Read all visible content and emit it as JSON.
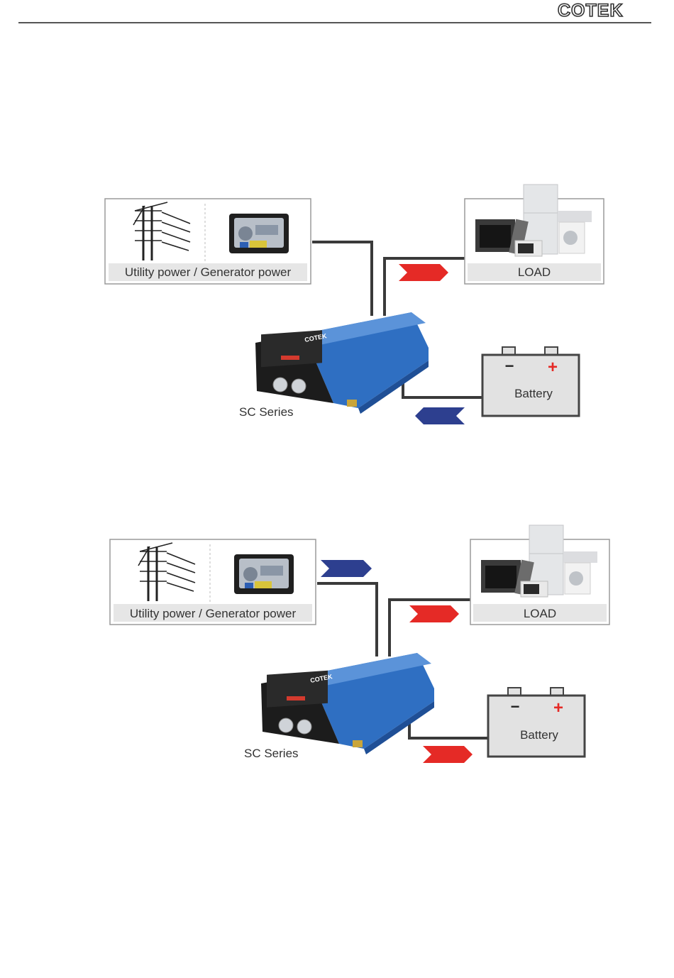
{
  "header": {
    "brand": "COTEK"
  },
  "colors": {
    "red_arrow": "#e52a26",
    "blue_arrow": "#2d3f8f",
    "device": "#2f6fc2",
    "line": "#3a3a3a"
  },
  "diagrams": [
    {
      "source_label": "Utility power / Generator power",
      "load_label": "LOAD",
      "battery_label": "Battery",
      "battery_minus": "−",
      "battery_plus": "+",
      "device_label": "SC Series",
      "device_brand": "COTEK"
    },
    {
      "source_label": "Utility power / Generator power",
      "load_label": "LOAD",
      "battery_label": "Battery",
      "battery_minus": "−",
      "battery_plus": "+",
      "device_label": "SC Series",
      "device_brand": "COTEK"
    }
  ]
}
